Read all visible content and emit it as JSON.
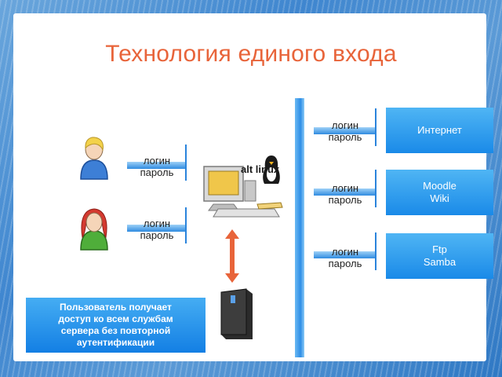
{
  "title": "Технология единого входа",
  "credential_label": "логин\nпароль",
  "credentials": {
    "user1": "логин\nпароль",
    "user2": "логин\nпароль",
    "internet": "логин\nпароль",
    "moodle": "логин\nпароль",
    "ftp": "логин\nпароль"
  },
  "services": {
    "internet": "Интернет",
    "moodle": "Moodle\nWiki",
    "ftp": "Ftp\nSamba"
  },
  "logo": "alt linux",
  "note": "Пользователь получает\nдоступ ко всем службам\nсервера без повторной\nаутентификации",
  "colors": {
    "title": "#e8643a",
    "accent_blue": "#1a8ae8",
    "arrow_red": "#e8643a"
  }
}
